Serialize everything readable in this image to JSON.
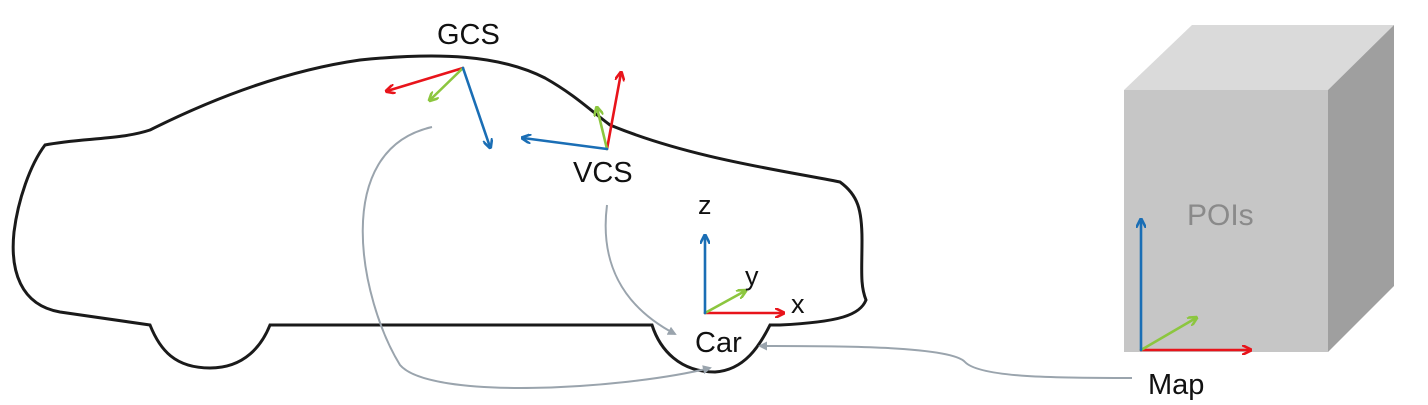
{
  "labels": {
    "gcs": "GCS",
    "vcs": "VCS",
    "car": "Car",
    "axis_x": "x",
    "axis_y": "y",
    "axis_z": "z",
    "pois": "POIs",
    "map": "Map"
  },
  "colors": {
    "x_axis": "#e8141b",
    "y_axis": "#8cc63f",
    "z_axis": "#1a6eb5",
    "connector": "#9aa4ad",
    "outline": "#1a1a1a",
    "cube_front": "#c6c6c6",
    "cube_top": "#dadada",
    "cube_side": "#9f9f9f",
    "poi_text": "#8a8a8a"
  }
}
